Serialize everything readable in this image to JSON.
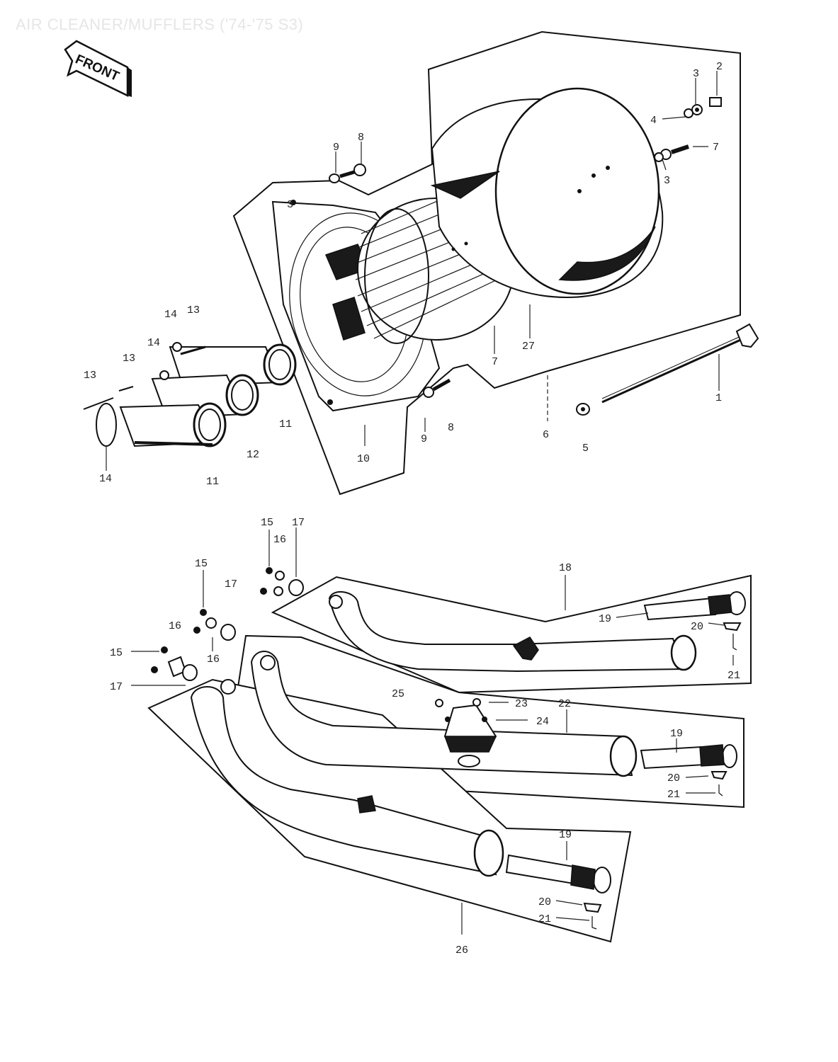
{
  "title": "AIR CLEANER/MUFFLERS ('74-'75 S3)",
  "front_label": "FRONT",
  "labels": [
    {
      "id": "l1",
      "text": "1"
    },
    {
      "id": "l2",
      "text": "2"
    },
    {
      "id": "l3a",
      "text": "3"
    },
    {
      "id": "l3b",
      "text": "3"
    },
    {
      "id": "l3c",
      "text": "3"
    },
    {
      "id": "l4",
      "text": "4"
    },
    {
      "id": "l5",
      "text": "5"
    },
    {
      "id": "l6",
      "text": "6"
    },
    {
      "id": "l7a",
      "text": "7"
    },
    {
      "id": "l7b",
      "text": "7"
    },
    {
      "id": "l8a",
      "text": "8"
    },
    {
      "id": "l8b",
      "text": "8"
    },
    {
      "id": "l9a",
      "text": "9"
    },
    {
      "id": "l9b",
      "text": "9"
    },
    {
      "id": "l10",
      "text": "10"
    },
    {
      "id": "l11a",
      "text": "11"
    },
    {
      "id": "l11b",
      "text": "11"
    },
    {
      "id": "l12",
      "text": "12"
    },
    {
      "id": "l13a",
      "text": "13"
    },
    {
      "id": "l13b",
      "text": "13"
    },
    {
      "id": "l13c",
      "text": "13"
    },
    {
      "id": "l14a",
      "text": "14"
    },
    {
      "id": "l14b",
      "text": "14"
    },
    {
      "id": "l14c",
      "text": "14"
    },
    {
      "id": "l27",
      "text": "27"
    },
    {
      "id": "l15a",
      "text": "15"
    },
    {
      "id": "l15b",
      "text": "15"
    },
    {
      "id": "l15c",
      "text": "15"
    },
    {
      "id": "l16a",
      "text": "16"
    },
    {
      "id": "l16b",
      "text": "16"
    },
    {
      "id": "l16c",
      "text": "16"
    },
    {
      "id": "l17a",
      "text": "17"
    },
    {
      "id": "l17b",
      "text": "17"
    },
    {
      "id": "l17c",
      "text": "17"
    },
    {
      "id": "l18",
      "text": "18"
    },
    {
      "id": "l19a",
      "text": "19"
    },
    {
      "id": "l19b",
      "text": "19"
    },
    {
      "id": "l19c",
      "text": "19"
    },
    {
      "id": "l20a",
      "text": "20"
    },
    {
      "id": "l20b",
      "text": "20"
    },
    {
      "id": "l20c",
      "text": "20"
    },
    {
      "id": "l21a",
      "text": "21"
    },
    {
      "id": "l21b",
      "text": "21"
    },
    {
      "id": "l21c",
      "text": "21"
    },
    {
      "id": "l22",
      "text": "22"
    },
    {
      "id": "l23",
      "text": "23"
    },
    {
      "id": "l24",
      "text": "24"
    },
    {
      "id": "l25",
      "text": "25"
    },
    {
      "id": "l26",
      "text": "26"
    }
  ]
}
